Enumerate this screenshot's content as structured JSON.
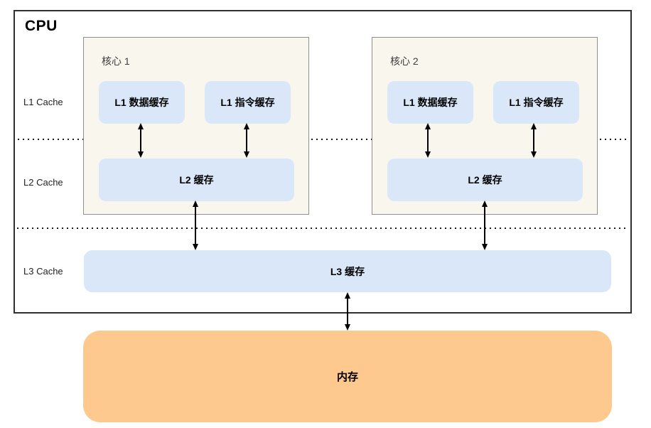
{
  "diagram": {
    "title": "CPU",
    "row_labels": {
      "l1": "L1 Cache",
      "l2": "L2 Cache",
      "l3": "L3 Cache"
    },
    "cores": [
      {
        "name": "核心 1",
        "l1_data": "L1 数据缓存",
        "l1_instruction": "L1 指令缓存",
        "l2": "L2 缓存"
      },
      {
        "name": "核心 2",
        "l1_data": "L1 数据缓存",
        "l1_instruction": "L1 指令缓存",
        "l2": "L2 缓存"
      }
    ],
    "l3_label": "L3 缓存",
    "memory_label": "内存",
    "colors": {
      "cache_fill": "#D9E7F8",
      "core_fill": "#F9F6EE",
      "memory_fill": "#FDC98F",
      "cpu_border": "#2F2F2F",
      "core_border": "#8F8F8F"
    },
    "connector": "double-headed-vertical-arrow"
  }
}
